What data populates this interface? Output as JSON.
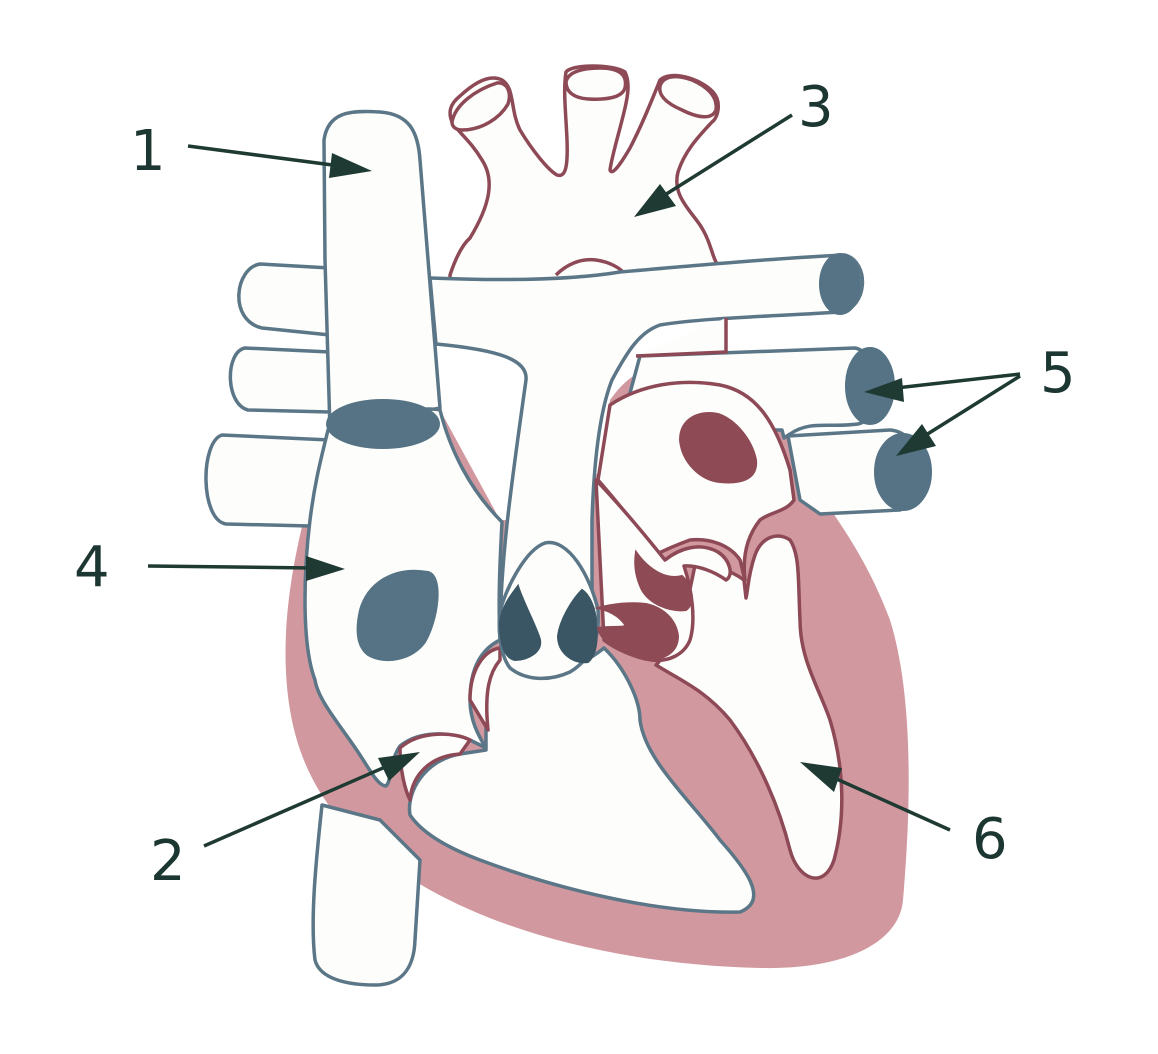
{
  "diagram": {
    "labels": [
      {
        "id": "label-1",
        "text": "1"
      },
      {
        "id": "label-2",
        "text": "2"
      },
      {
        "id": "label-3",
        "text": "3"
      },
      {
        "id": "label-4",
        "text": "4"
      },
      {
        "id": "label-5",
        "text": "5"
      },
      {
        "id": "label-6",
        "text": "6"
      }
    ],
    "colors": {
      "vein_outline": "#5b7687",
      "artery_outline": "#8d4a56",
      "muscle_wall": "#d1999f",
      "vessel_opening_blue": "#557385",
      "vessel_opening_red": "#8e4a55",
      "label_and_arrow": "#1c3631",
      "background": "#ffffff"
    }
  }
}
